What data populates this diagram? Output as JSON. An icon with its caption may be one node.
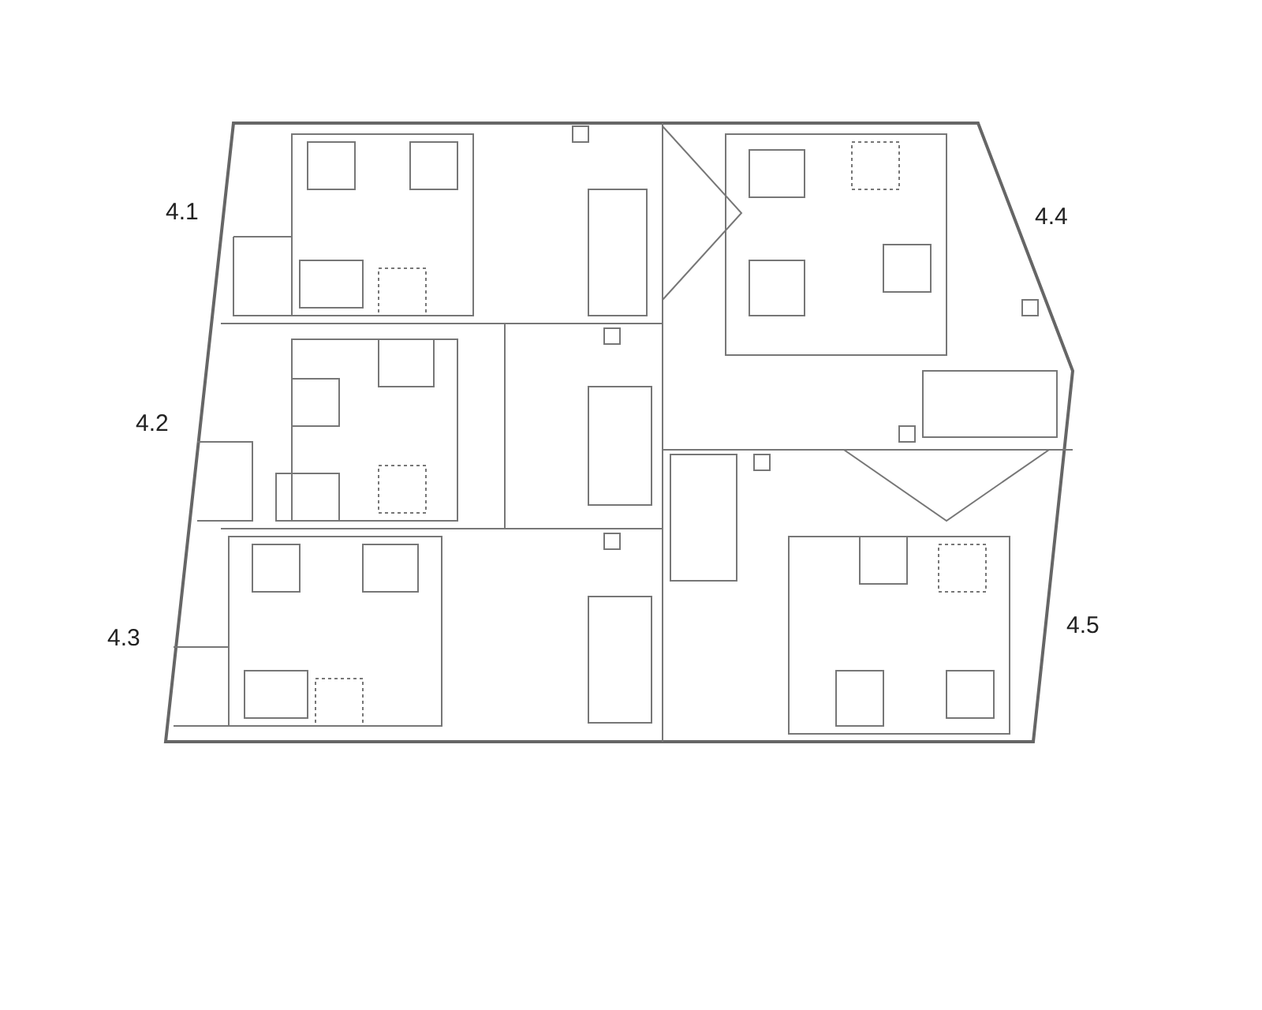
{
  "diagram": {
    "labels": [
      "4.1",
      "4.4",
      "4.2",
      "4.3",
      "4.5"
    ]
  }
}
